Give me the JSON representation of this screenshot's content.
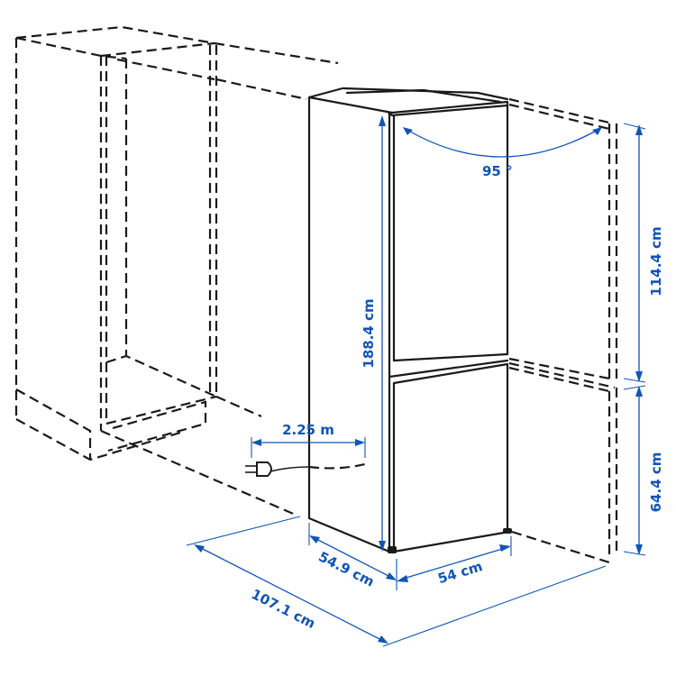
{
  "diagram": {
    "subject": "Integrated fridge-freezer installation dimensions",
    "colors": {
      "line": "#1a1a1a",
      "dimension": "#0f55b8",
      "background": "#ffffff"
    },
    "dimensions": {
      "door_opening_angle": "95 °",
      "appliance_height": "188.4 cm",
      "upper_niche_height": "114.4 cm",
      "lower_niche_height": "64.4 cm",
      "cable_length": "2.25 m",
      "appliance_depth": "54.9 cm",
      "appliance_width": "54 cm",
      "total_depth_with_door_open": "107.1 cm"
    }
  }
}
